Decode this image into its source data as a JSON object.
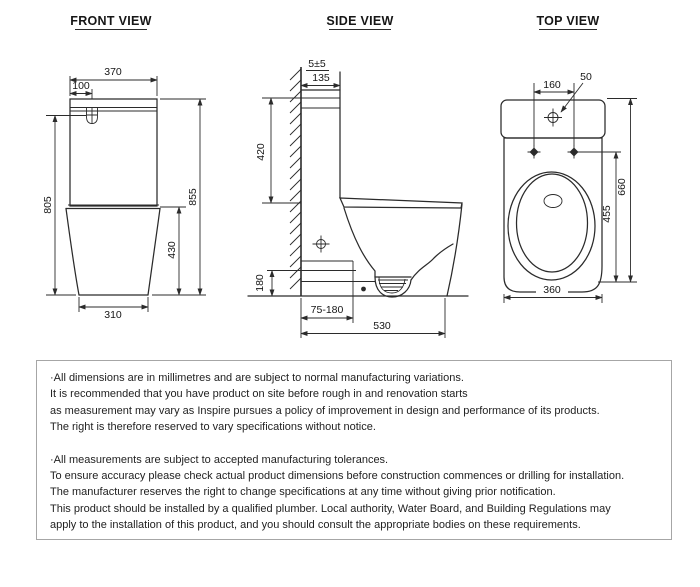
{
  "front": {
    "title": "FRONT VIEW",
    "dims": {
      "top_width": "370",
      "button_offset": "100",
      "left_height": "805",
      "right_height": "855",
      "pan_height": "430",
      "base_width": "310"
    }
  },
  "side": {
    "title": "SIDE VIEW",
    "dims": {
      "wall_gap": "5±5",
      "tank_top_depth": "135",
      "tank_height": "420",
      "outlet_height": "180",
      "setout_range": "75-180",
      "total_depth": "530"
    }
  },
  "top": {
    "title": "TOP VIEW",
    "dims": {
      "fixing_centres": "160",
      "inlet_offset": "50",
      "total_length": "660",
      "pan_length": "455",
      "pan_width": "360"
    }
  },
  "notes": {
    "p1": [
      "·All dimensions are in millimetres and are subject to normal manufacturing variations.",
      "It is recommended that you have product on site before rough in and renovation starts",
      "as measurement may vary as Inspire pursues a policy of improvement in design and performance of its products.",
      "The right is therefore reserved to vary specifications without notice."
    ],
    "p2": [
      "·All measurements are subject to accepted manufacturing tolerances.",
      "To ensure accuracy please check actual product dimensions before construction commences or drilling for installation.",
      "The manufacturer reserves the right to change specifications at any time without giving prior notification.",
      "This product should be installed by a qualified plumber. Local authority, Water Board, and Building Regulations may",
      "apply to the installation of this product, and you should consult the appropriate bodies on these requirements."
    ]
  },
  "colors": {
    "line": "#2b2b2b",
    "text": "#161616",
    "notes_border": "#a6a6a6",
    "background": "#ffffff"
  }
}
